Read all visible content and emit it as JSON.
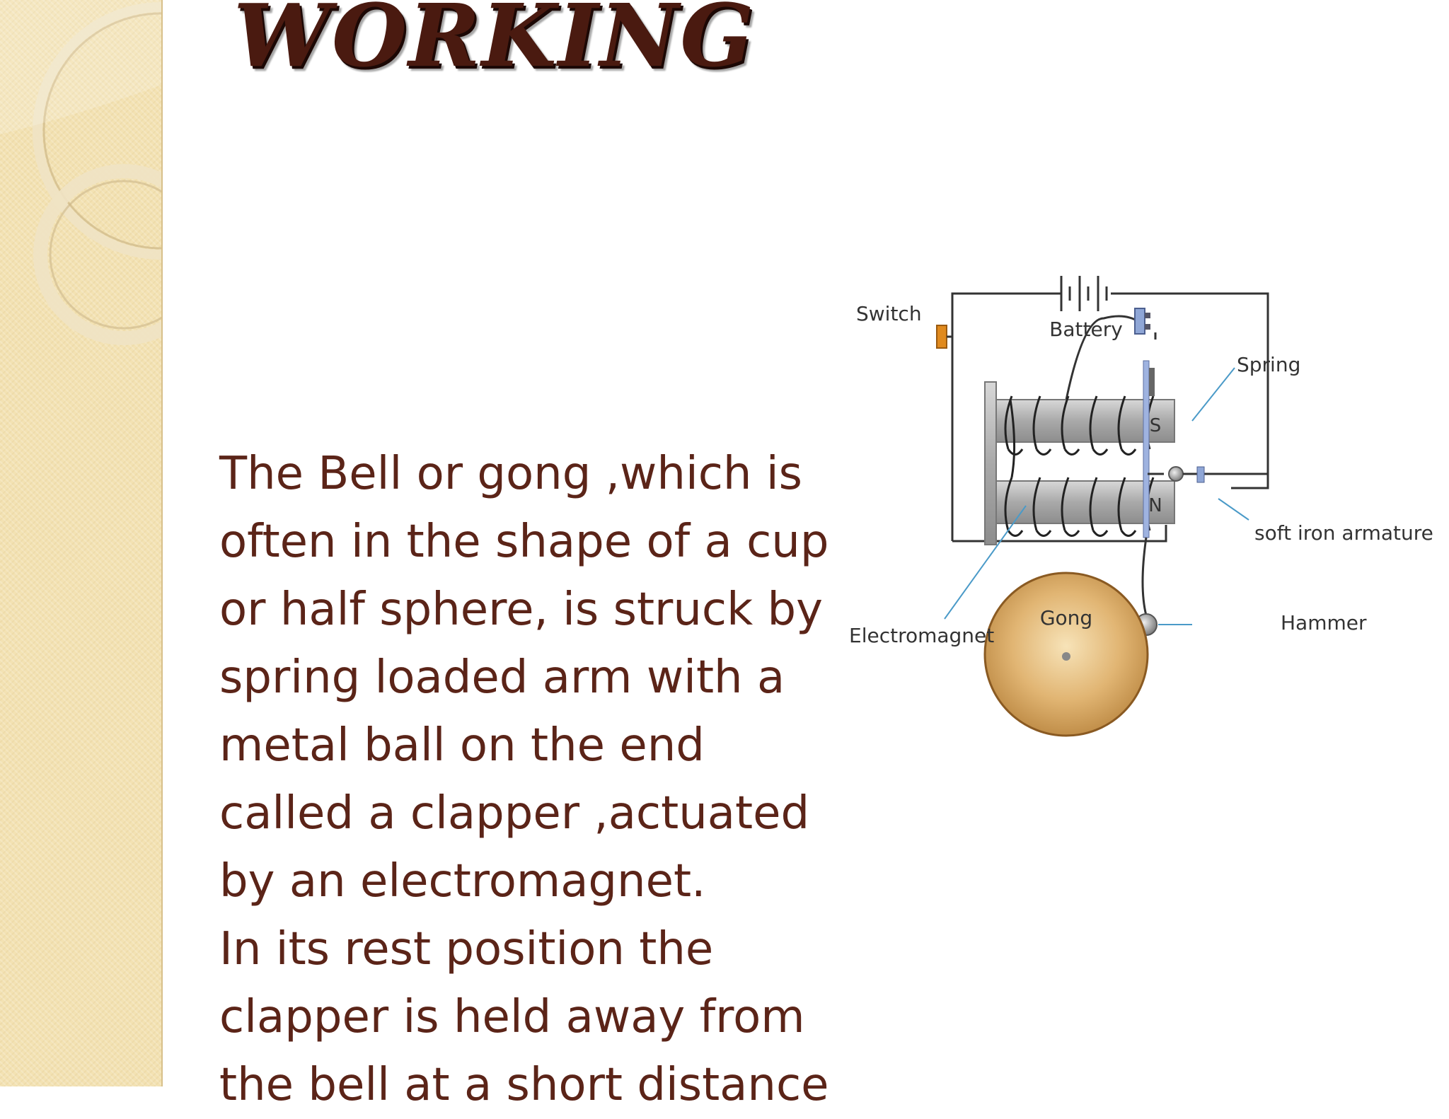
{
  "slide": {
    "title": "WORKING",
    "paragraphs": [
      "The Bell or gong ,which is often in the shape of a cup or half sphere, is struck by spring loaded arm with a metal ball on the end called a clapper ,actuated by an electromagnet.",
      "In its rest position the clapper is held away from the bell at a short distance"
    ]
  },
  "diagram": {
    "labels": {
      "switch": "Switch",
      "battery": "Battery",
      "spring": "Spring",
      "soft_iron_armature": "soft iron armature",
      "hammer": "Hammer",
      "electromagnet": "Electromagnet",
      "gong": "Gong",
      "pole_s": "S",
      "pole_n": "N"
    }
  },
  "colors": {
    "title": "#4a1a10",
    "body_text": "#5b2418",
    "side_strip": "#f3e2b3",
    "gong": "#d9a85e"
  }
}
